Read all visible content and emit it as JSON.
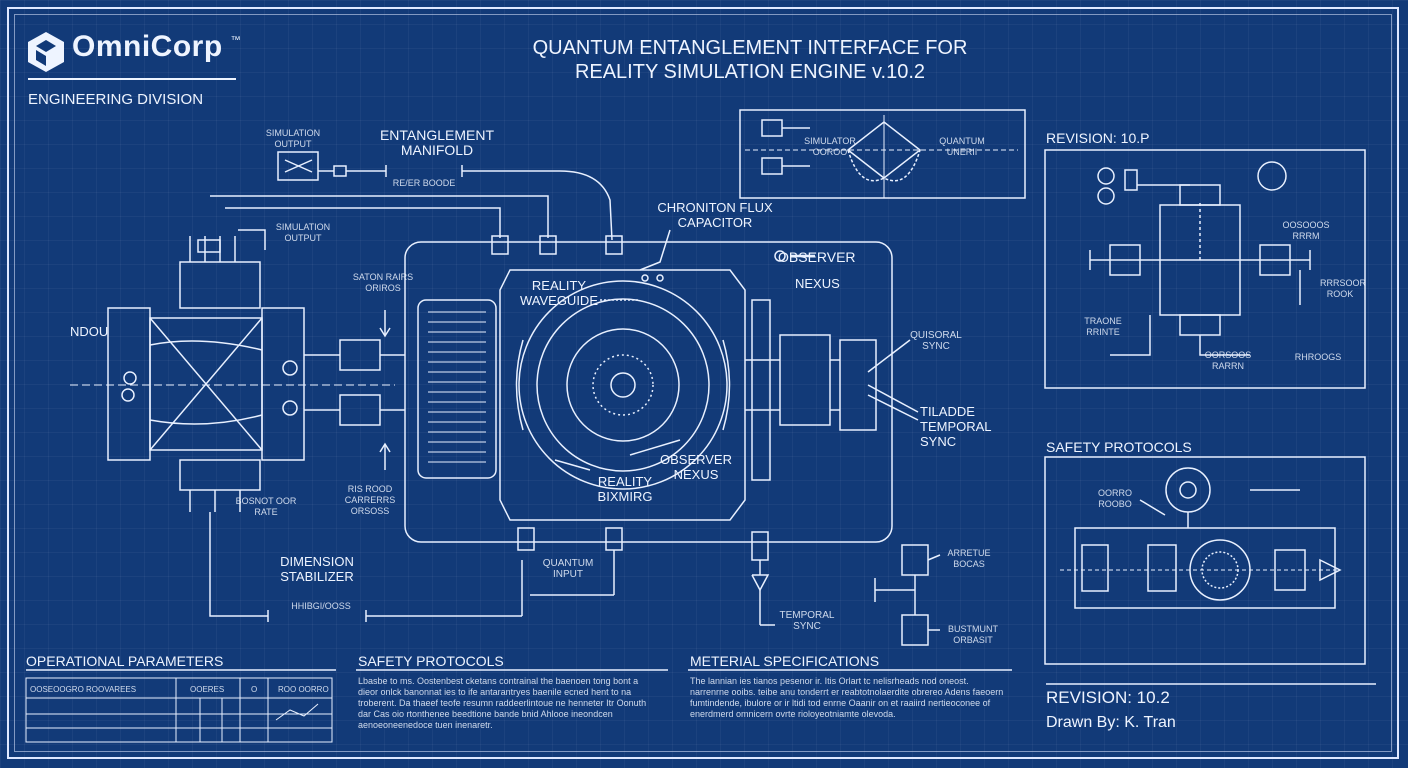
{
  "company": {
    "name": "OmniCorp",
    "trademark": "™",
    "division": "ENGINEERING DIVISION"
  },
  "title": {
    "line1": "QUANTUM ENTANGLEMENT INTERFACE FOR",
    "line2": "REALITY SIMULATION ENGINE v.10.2"
  },
  "labels": {
    "simulation_output_top": "SIMULATION OUTPUT",
    "entanglement_manifold": "ENTANGLEMENT MANIFOLD",
    "manifold_sub": "RE/ER BOODE",
    "simulation_output_mid": "SIMULATION OUTPUT",
    "ndou": "NDOU",
    "saton_rairs": "SATON RAIRS ORIROS",
    "reality_waveguide": "REALITY WAVEGUIDE",
    "chroniton_flux": "CHRONITON FLUX CAPACITOR",
    "observer_header": "OBSERVER",
    "nexus_header": "NEXUS",
    "quisoral_sync": "QUISORAL SYNC",
    "tiladde_temporal": "TILADDE TEMPORAL SYNC",
    "observer_nexus": "OBSERVER NEXUS",
    "reality_bixmirg": "REALITY BIXMIRG",
    "ris_rood": "RIS ROOD CARRERRS ORSOSS",
    "bosnot": "BOSNOT OOR RATE",
    "dimension_stabilizer": "DIMENSION STABILIZER",
    "stabilizer_sub": "HHIBGI/OOSS",
    "quantum_input": "QUANTUM INPUT",
    "temporal_sync": "TEMPORAL SYNC",
    "arretue_bocas": "ARRETUE BOCAS",
    "bustmunt_orbasit": "BUSTMUNT ORBASIT",
    "inset_left_label": "SIMULATOR OOROO",
    "inset_right_label": "QUANTUM UNERII"
  },
  "revision_panel": {
    "title": "REVISION: 10.P",
    "labels": [
      "OOSOOOS RRRM",
      "TRAONE RRINTE",
      "OORSOOS RARRN",
      "RHROOGS",
      "RRRSOOR ROOK"
    ]
  },
  "safety_panel": {
    "title": "SAFETY PROTOCOLS",
    "label": "OORRO ROOBO"
  },
  "bottom": {
    "operational": {
      "heading": "OPERATIONAL PARAMETERS",
      "table_headers": [
        "OOSEOOGRO ROOVAREES",
        "OOERES",
        "O",
        "ROO OORRO"
      ]
    },
    "safety": {
      "heading": "SAFETY PROTOCOLS",
      "text": "Lbasbe to ms. Oostenbest cketans contrainal the baenoen tong bont a dieor onlck banonnat ies to ife antarantryes baenile ecned hent to na troberent. Da thaeef teofe resumn raddeerlintoue ne henneter Itr Oonuth dar Cas oio rtonthenee beedtione bande bnid Ahlooe ineondcen aenoeoneenedoce tuen inenaretr."
    },
    "material": {
      "heading": "METERIAL SPECIFICATIONS",
      "text": "The lannian ies tianos pesenor ir. Itis Orlart tc nelisrheads nod oneost. narrenrne ooibs. teibe anu tonderrt er reabtotnolaerdite obrereo Adens faeoern fumtindende, ibulore or ir ltidi tod enrne Oaanir on et raaiird nertieoconee of enerdmerd omnicern ovrte rioloyeotniamte olevoda."
    },
    "revision": "REVISION: 10.2",
    "drawn_by": "Drawn By: K. Tran"
  },
  "colors": {
    "background": "#123a78",
    "line": "#e8f0ff"
  }
}
